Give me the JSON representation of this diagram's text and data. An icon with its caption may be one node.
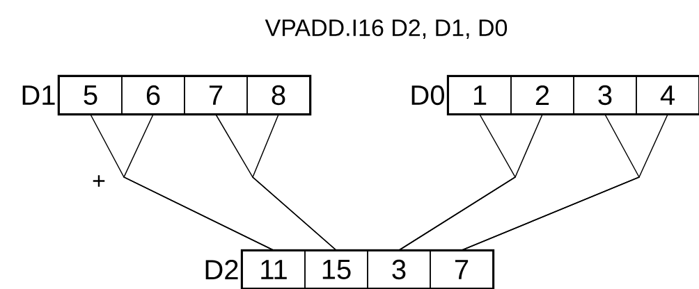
{
  "diagram": {
    "title": "VPADD.I16 D2, D1, D0",
    "nodes": [
      {
        "text": [
          "D1"
        ]
      },
      {
        "text": [
          "5"
        ],
        "in": 0
      },
      {
        "text": [
          "6"
        ],
        "in": 0
      },
      {
        "text": [
          "7"
        ],
        "in": 0
      },
      {
        "text": [
          "8"
        ],
        "in": 0
      },
      {
        "text": [
          "D0"
        ]
      },
      {
        "text": [
          "1"
        ],
        "in": 5
      },
      {
        "text": [
          "2"
        ],
        "in": 5
      },
      {
        "text": [
          "3"
        ],
        "in": 5
      },
      {
        "text": [
          "4"
        ],
        "in": 5
      },
      {
        "text": [
          "D2"
        ]
      },
      {
        "text": [
          "11"
        ],
        "in": 10
      },
      {
        "text": [
          "15"
        ],
        "in": 10
      },
      {
        "text": [
          "3"
        ],
        "in": 10
      },
      {
        "text": [
          "7"
        ],
        "in": 10
      }
    ],
    "edges": [
      {
        "from": 1,
        "to": 11,
        "arrow": "none"
      },
      {
        "from": 2,
        "to": 11,
        "arrow": "none"
      },
      {
        "from": 3,
        "to": 12,
        "arrow": "none"
      },
      {
        "from": 4,
        "to": 12,
        "arrow": "none"
      },
      {
        "from": 6,
        "to": 13,
        "arrow": "none"
      },
      {
        "from": 7,
        "to": 13,
        "arrow": "none"
      },
      {
        "from": 8,
        "to": 14,
        "arrow": "none"
      },
      {
        "from": 9,
        "to": 14,
        "arrow": "none"
      }
    ],
    "labels": [
      "+"
    ]
  }
}
